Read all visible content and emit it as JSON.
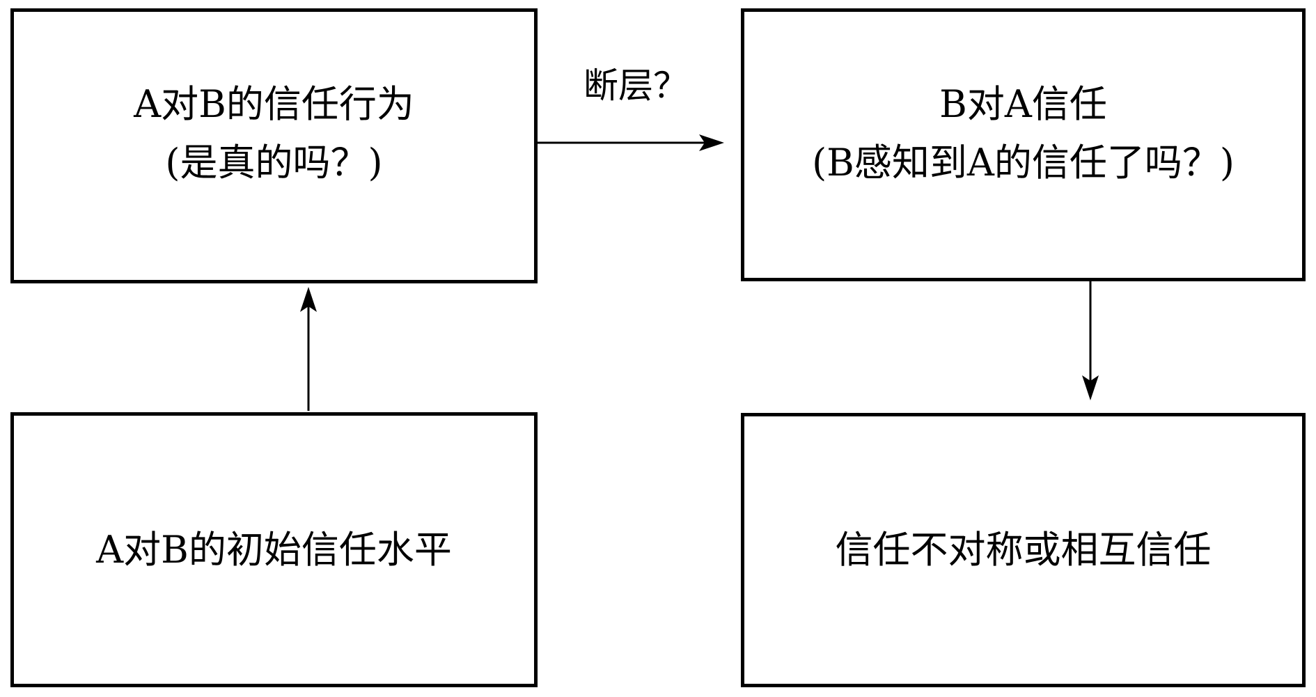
{
  "nodes": {
    "behavior": {
      "lines": [
        "A对B的信任行为",
        "(是真的吗？)"
      ]
    },
    "initial": {
      "lines": [
        "A对B的初始信任水平"
      ]
    },
    "perceived": {
      "lines": [
        "B对A信任",
        "(B感知到A的信任了吗？)"
      ]
    },
    "outcome": {
      "lines": [
        "信任不对称或相互信任"
      ]
    }
  },
  "edges": {
    "behavior_to_perceived": {
      "label": "断层？"
    }
  }
}
